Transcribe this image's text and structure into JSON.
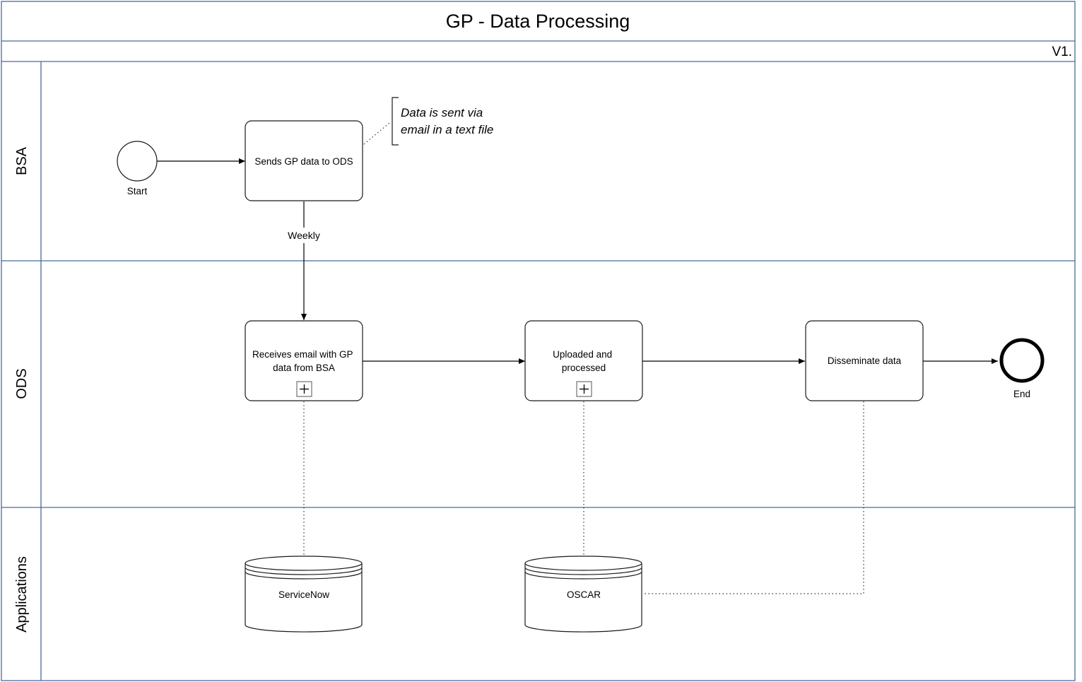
{
  "diagram": {
    "title": "GP - Data Processing",
    "version": "V1.",
    "lanes": [
      {
        "id": "bsa",
        "label": "BSA"
      },
      {
        "id": "ods",
        "label": "ODS"
      },
      {
        "id": "applications",
        "label": "Applications"
      }
    ],
    "events": {
      "start": {
        "label": "Start"
      },
      "end": {
        "label": "End"
      }
    },
    "tasks": {
      "sends": {
        "lines": [
          "Sends GP data to ODS"
        ]
      },
      "receives": {
        "lines": [
          "Receives email with GP",
          "data from BSA"
        ]
      },
      "uploaded": {
        "lines": [
          "Uploaded and",
          "processed"
        ]
      },
      "disseminate": {
        "lines": [
          "Disseminate data"
        ]
      }
    },
    "data_stores": {
      "servicenow": {
        "label": "ServiceNow"
      },
      "oscar": {
        "label": "OSCAR"
      }
    },
    "flow_labels": {
      "weekly": "Weekly"
    },
    "annotation": {
      "lines": [
        "Data is sent via",
        "email in a text file"
      ]
    }
  }
}
